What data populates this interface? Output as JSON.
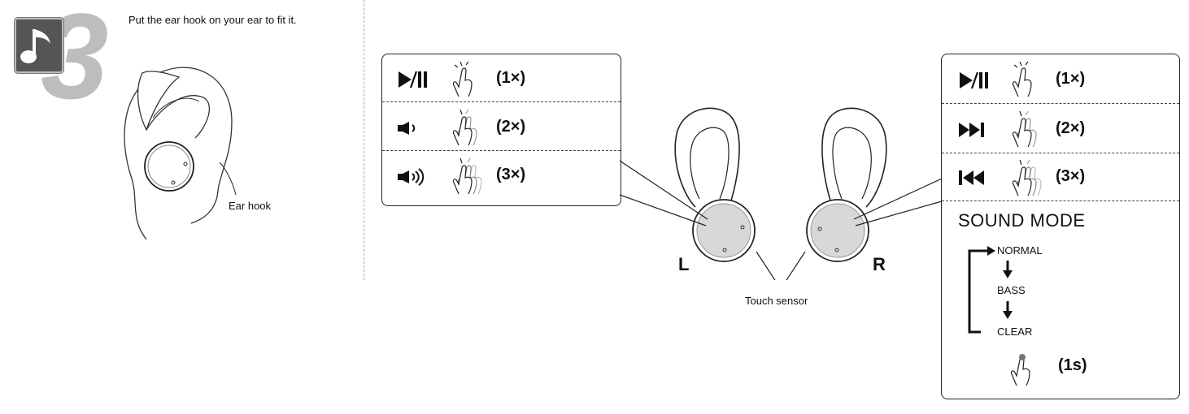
{
  "step": {
    "number": "3",
    "icon": "music-note-icon",
    "instruction": "Put the ear hook on your ear to fit it.",
    "ear_hook_label": "Ear hook"
  },
  "left_panel": {
    "rows": [
      {
        "symbol": "play-pause-icon",
        "gesture": "single-tap-icon",
        "count": "(1×)"
      },
      {
        "symbol": "volume-down-icon",
        "gesture": "double-tap-icon",
        "count": "(2×)"
      },
      {
        "symbol": "volume-up-icon",
        "gesture": "triple-tap-icon",
        "count": "(3×)"
      }
    ]
  },
  "right_panel": {
    "rows": [
      {
        "symbol": "play-pause-icon",
        "gesture": "single-tap-icon",
        "count": "(1×)"
      },
      {
        "symbol": "next-track-icon",
        "gesture": "double-tap-icon",
        "count": "(2×)"
      },
      {
        "symbol": "previous-track-icon",
        "gesture": "triple-tap-icon",
        "count": "(3×)"
      }
    ],
    "sound_mode": {
      "title": "SOUND MODE",
      "modes": [
        "NORMAL",
        "BASS",
        "CLEAR"
      ],
      "hold_count": "(1s)"
    }
  },
  "earbuds": {
    "left_label": "L",
    "right_label": "R",
    "touch_sensor_label": "Touch sensor"
  },
  "colors": {
    "badge": "#555555",
    "step_number": "#bdbdbd",
    "sensor_fill": "#d8d8d8"
  }
}
